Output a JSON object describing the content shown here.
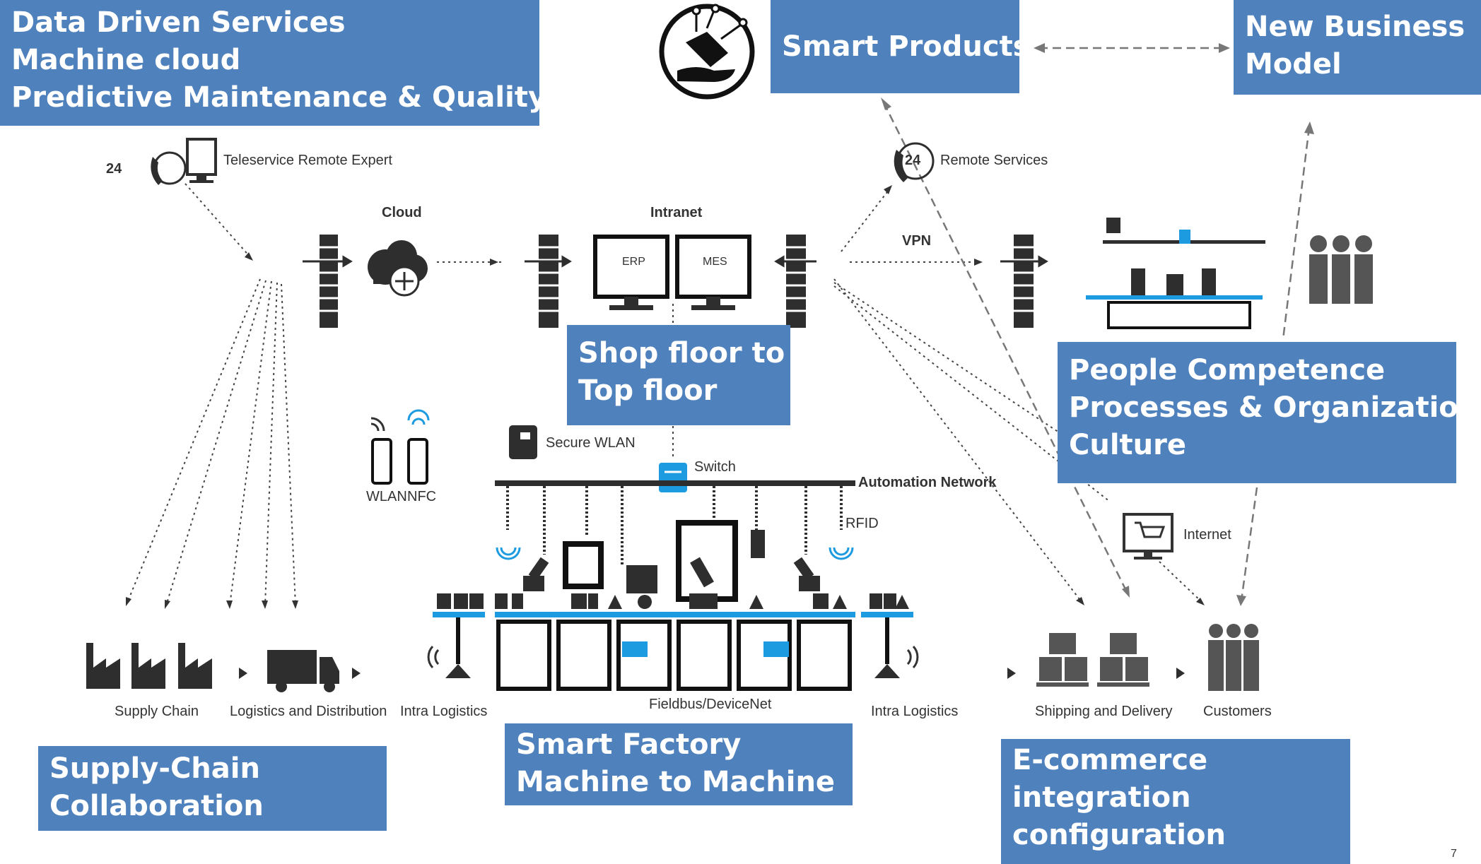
{
  "boxes": {
    "data_driven": [
      "Data Driven Services",
      "Machine cloud",
      "Predictive Maintenance & Quality"
    ],
    "smart_products": "Smart Products",
    "new_business": [
      "New Business",
      "Model"
    ],
    "shop_floor": [
      "Shop floor to",
      "Top floor"
    ],
    "people": [
      "People Competence",
      "Processes & Organization",
      "Culture"
    ],
    "supply_chain_collab": [
      "Supply-Chain",
      "Collaboration"
    ],
    "smart_factory": [
      "Smart Factory",
      "Machine to Machine"
    ],
    "ecommerce": [
      "E-commerce",
      "integration",
      "configuration"
    ]
  },
  "labels": {
    "teleservice": "Teleservice Remote Expert",
    "remote_services": "Remote Services",
    "cloud": "Cloud",
    "intranet": "Intranet",
    "erp": "ERP",
    "mes": "MES",
    "vpn": "VPN",
    "secure_wlan": "Secure WLAN",
    "switch": "Switch",
    "automation_network": "Automation Network",
    "wlan": "WLAN",
    "nfc": "NFC",
    "rfid": "RFID",
    "internet": "Internet",
    "supply_chain": "Supply Chain",
    "logistics": "Logistics and Distribution",
    "intra_logistics_left": "Intra Logistics",
    "fieldbus": "Fieldbus/DeviceNet",
    "intra_logistics_right": "Intra Logistics",
    "shipping": "Shipping and Delivery",
    "customers": "Customers",
    "icon_24": "24",
    "page_number": "7"
  },
  "colors": {
    "box_fill": "#4f81bd",
    "box_text": "#ffffff",
    "accent_blue": "#1d9be0"
  },
  "icons": [
    "smart-product-icon",
    "phone-24-icon",
    "monitor-icon",
    "firewall-icon",
    "cloud-icon",
    "wifi-icon",
    "smartphone-icon",
    "switch-icon",
    "robot-arm-icon",
    "factory-icon",
    "truck-icon",
    "pallet-icon",
    "people-icon",
    "cart-icon"
  ]
}
